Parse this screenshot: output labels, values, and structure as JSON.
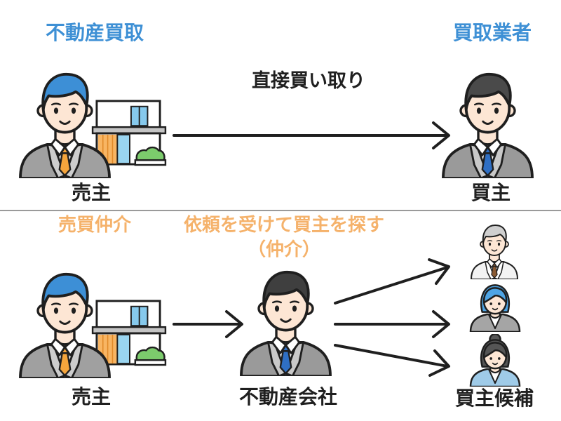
{
  "top_section": {
    "left_heading": "不動産買取",
    "right_heading": "買取業者",
    "arrow_label": "直接買い取り",
    "seller_label": "売主",
    "buyer_label": "買主"
  },
  "bottom_section": {
    "left_heading": "売買仲介",
    "center_heading_line1": "依頼を受けて買主を探す",
    "center_heading_line2": "（仲介）",
    "seller_label": "売主",
    "agent_label": "不動産会社",
    "candidates_label": "買主候補"
  },
  "colors": {
    "heading_blue": "#3e90d5",
    "heading_orange": "#f5b26b",
    "text_ink": "#1f1f1f",
    "divider": "#9a9a9a"
  },
  "figures": {
    "seller_top": "seller-person-icon",
    "house": "house-icon",
    "buyer": "buyer-person-icon",
    "agent": "agent-person-icon",
    "candidates": [
      "older-man-icon",
      "woman-icon",
      "woman-bun-icon"
    ]
  }
}
